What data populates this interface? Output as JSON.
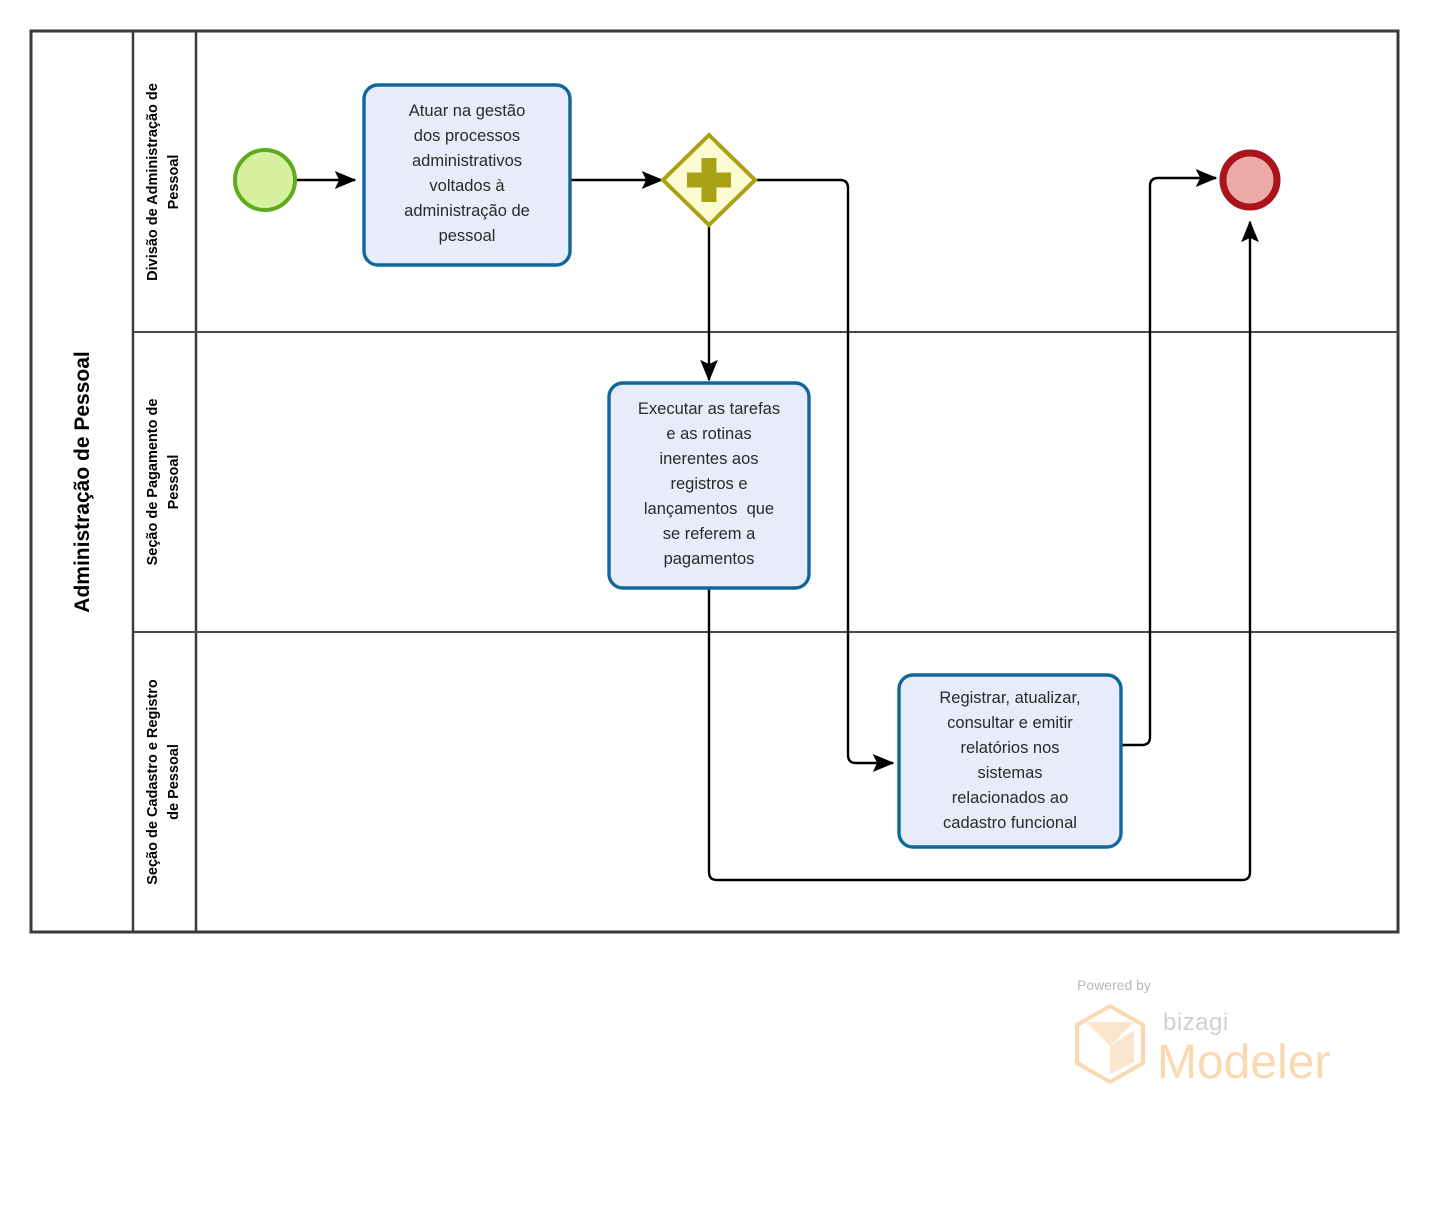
{
  "diagram": {
    "type": "bpmn-process-diagram",
    "pool": {
      "label": "Administração de Pessoal"
    },
    "lanes": [
      {
        "id": "lane-divisao",
        "label_lines": [
          "Divisão de Administração de",
          "Pessoal"
        ]
      },
      {
        "id": "lane-pagamento",
        "label_lines": [
          "Seção de Pagamento de",
          "Pessoal"
        ]
      },
      {
        "id": "lane-cadastro",
        "label_lines": [
          "Seção de Cadastro e Registro",
          "de Pessoal"
        ]
      }
    ],
    "events": {
      "start": {
        "name": "start-event",
        "fill": "#d6f0a0",
        "stroke": "#5faa1e"
      },
      "end": {
        "name": "end-event",
        "fill": "#eda8a8",
        "stroke": "#a81419"
      }
    },
    "gateway": {
      "name": "parallel-gateway",
      "symbol": "plus",
      "fill": "#fcfbd2",
      "stroke": "#a8a214"
    },
    "tasks": [
      {
        "id": "task-atuar-gestao",
        "lane": "lane-divisao",
        "lines": [
          "Atuar na gestão",
          "dos processos",
          "administrativos",
          "voltados à",
          "administração de",
          "pessoal"
        ]
      },
      {
        "id": "task-executar-tarefas",
        "lane": "lane-pagamento",
        "lines": [
          "Executar as tarefas",
          "e as rotinas",
          "inerentes aos",
          "registros e",
          "lançamentos  que",
          "se referem a",
          "pagamentos"
        ]
      },
      {
        "id": "task-registrar-atualizar",
        "lane": "lane-cadastro",
        "lines": [
          "Registrar, atualizar,",
          "consultar e emitir",
          "relatórios nos",
          "sistemas",
          "relacionados ao",
          "cadastro funcional"
        ]
      }
    ],
    "colors": {
      "task_fill": "#e8ecfa",
      "task_border": "#10689a",
      "pool_border": "#3a3a3a",
      "flow": "#000000"
    }
  },
  "watermark": {
    "powered_by": "Powered by",
    "brand": "bizagi",
    "product": "Modeler"
  }
}
